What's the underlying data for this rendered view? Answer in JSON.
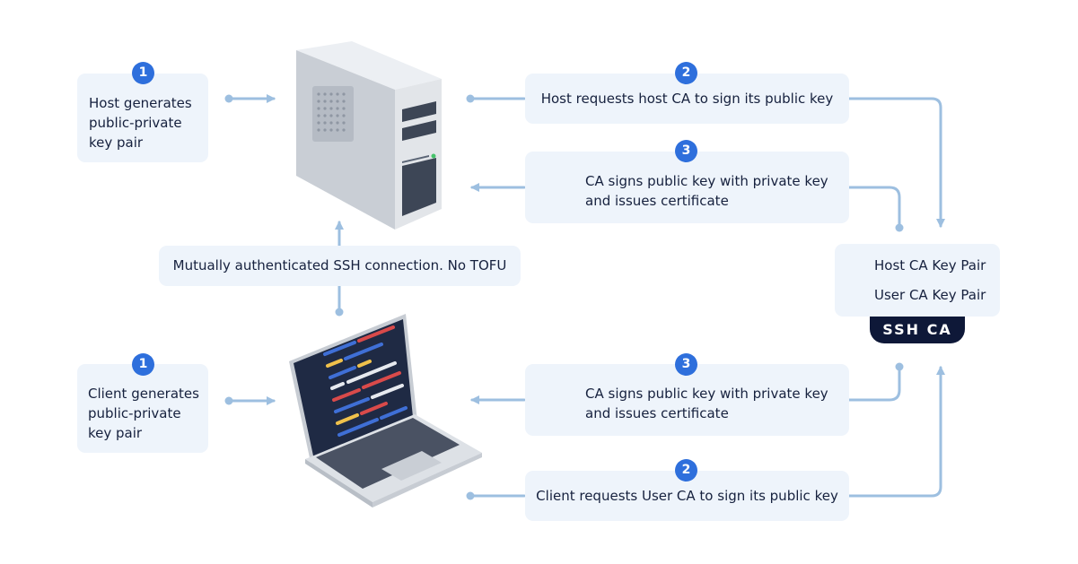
{
  "steps": {
    "host_generate": {
      "number": "1",
      "text": "Host generates public-private key pair"
    },
    "host_request": {
      "number": "2",
      "text": "Host requests host CA to sign its public key"
    },
    "host_sign": {
      "number": "3",
      "text": "CA signs public key with private key and issues certificate"
    },
    "mutual": {
      "text": "Mutually authenticated SSH connection. No TOFU"
    },
    "client_generate": {
      "number": "1",
      "text": "Client generates public-private key pair"
    },
    "client_sign": {
      "number": "3",
      "text": "CA signs public key with private key and issues certificate"
    },
    "client_request": {
      "number": "2",
      "text": "Client requests User CA to sign its public key"
    }
  },
  "ca": {
    "host_key": "Host CA Key Pair",
    "user_key": "User CA Key Pair",
    "label": "SSH CA"
  },
  "colors": {
    "box_bg": "#eef4fb",
    "badge": "#2e6fdc",
    "arrow": "#9dbfe0",
    "text": "#16213e",
    "ca_label_bg": "#0e1838",
    "key": "#f2b43a",
    "ribbon": "#2f63c7",
    "medal": "#f3b21b"
  },
  "icons": [
    "server-tower-icon",
    "laptop-icon",
    "certificate-ribbon-icon",
    "key-icon"
  ]
}
